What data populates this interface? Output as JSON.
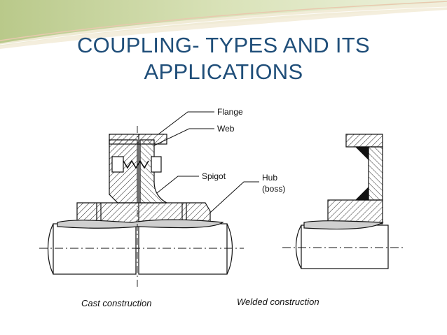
{
  "slide": {
    "title_line1": "COUPLING- TYPES AND ITS",
    "title_line2": "APPLICATIONS"
  },
  "figure": {
    "labels": {
      "flange": "Flange",
      "web": "Web",
      "spigot": "Spigot",
      "hub": "Hub",
      "boss": "(boss)"
    },
    "captions": {
      "cast": "Cast construction",
      "welded": "Welded construction"
    }
  },
  "colors": {
    "title": "#1f4e79",
    "band_top": "#cdd9a6",
    "band_accent": "#e9d3bf",
    "line": "#111111"
  }
}
